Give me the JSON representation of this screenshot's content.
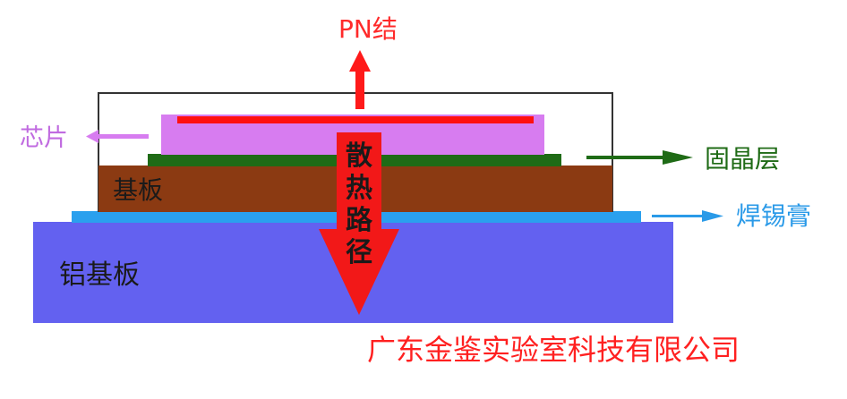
{
  "labels": {
    "pn_junction": "PN结",
    "chip": "芯片",
    "die_attach": "固晶层",
    "solder_paste": "焊锡膏",
    "substrate": "基板",
    "aluminum_substrate": "铝基板",
    "heat_path": [
      "散",
      "热",
      "路",
      "径"
    ],
    "company": "广东金鉴实验室科技有限公司"
  },
  "colors": {
    "pn_label": "#ff2a2a",
    "pn_arrow": "#ff1a1a",
    "chip_fill": "#d77cf0",
    "chip_label": "#c06be0",
    "pn_bar": "#ff1010",
    "die_attach_fill": "#1f6b16",
    "substrate_fill": "#8b3a12",
    "solder_fill": "#2aa0ee",
    "solder_label": "#2a9ae8",
    "aluminum_fill": "#6361f0",
    "heat_arrow": "#f21818",
    "company_text": "#ff2020"
  }
}
